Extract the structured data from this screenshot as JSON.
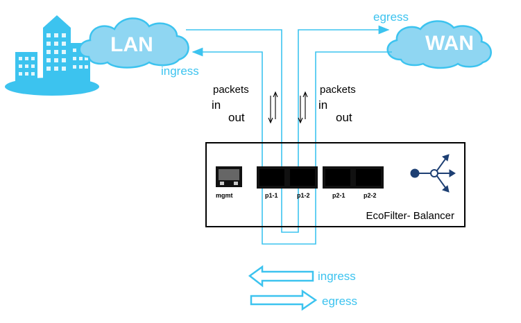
{
  "clouds": {
    "lan": "LAN",
    "wan": "WAN"
  },
  "flow_labels": {
    "egress_top": "egress",
    "ingress_top": "ingress"
  },
  "packets_left": {
    "title": "packets",
    "in": "in",
    "out": "out"
  },
  "packets_right": {
    "title": "packets",
    "in": "in",
    "out": "out"
  },
  "device": {
    "name": "EcoFilter- Balancer",
    "ports": {
      "mgmt": "mgmt",
      "p1_1": "p1-1",
      "p1_2": "p1-2",
      "p2_1": "p2-1",
      "p2_2": "p2-2"
    },
    "logo_icon": "network-hub-icon"
  },
  "legend": {
    "ingress": "ingress",
    "egress": "egress"
  },
  "colors": {
    "cyan": "#3cc3ef",
    "cloud_fill": "#8fd6f2",
    "navy": "#1d3f73",
    "port_black": "#111111"
  }
}
